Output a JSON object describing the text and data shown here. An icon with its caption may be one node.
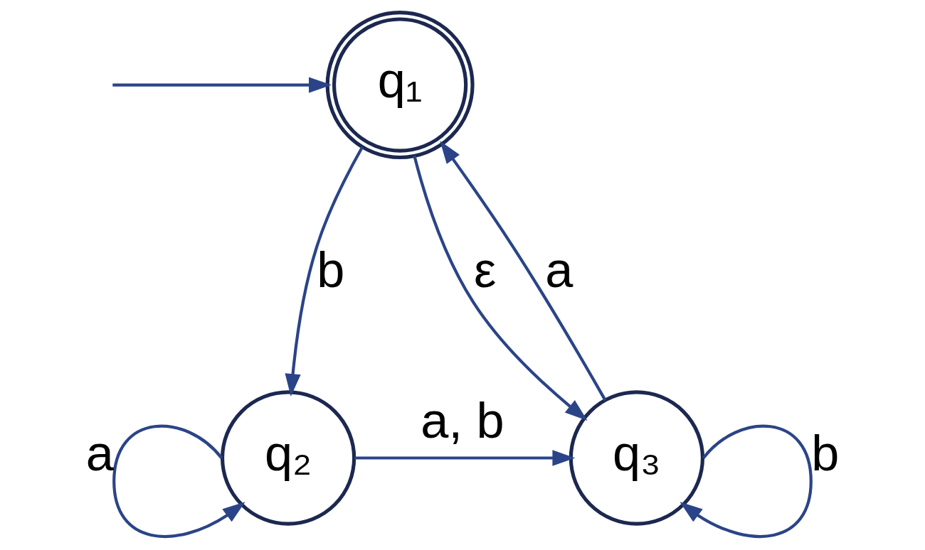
{
  "diagram": {
    "nodes": [
      {
        "text": [
          "q₁"
        ]
      },
      {
        "text": [
          "q₂"
        ]
      },
      {
        "text": [
          "q₃"
        ]
      }
    ],
    "edges": [
      {
        "from": null,
        "to": 0,
        "arrow": "to"
      },
      {
        "from": 0,
        "to": 1,
        "arrow": "to",
        "label": "b"
      },
      {
        "from": 0,
        "to": 2,
        "arrow": "to",
        "label": "ε"
      },
      {
        "from": 2,
        "to": 0,
        "arrow": "to",
        "label": "a"
      },
      {
        "from": 1,
        "to": 1,
        "arrow": "to",
        "label": "a"
      },
      {
        "from": 1,
        "to": 2,
        "arrow": "to",
        "label": "a, b"
      },
      {
        "from": 2,
        "to": 2,
        "arrow": "to",
        "label": "b"
      }
    ]
  }
}
